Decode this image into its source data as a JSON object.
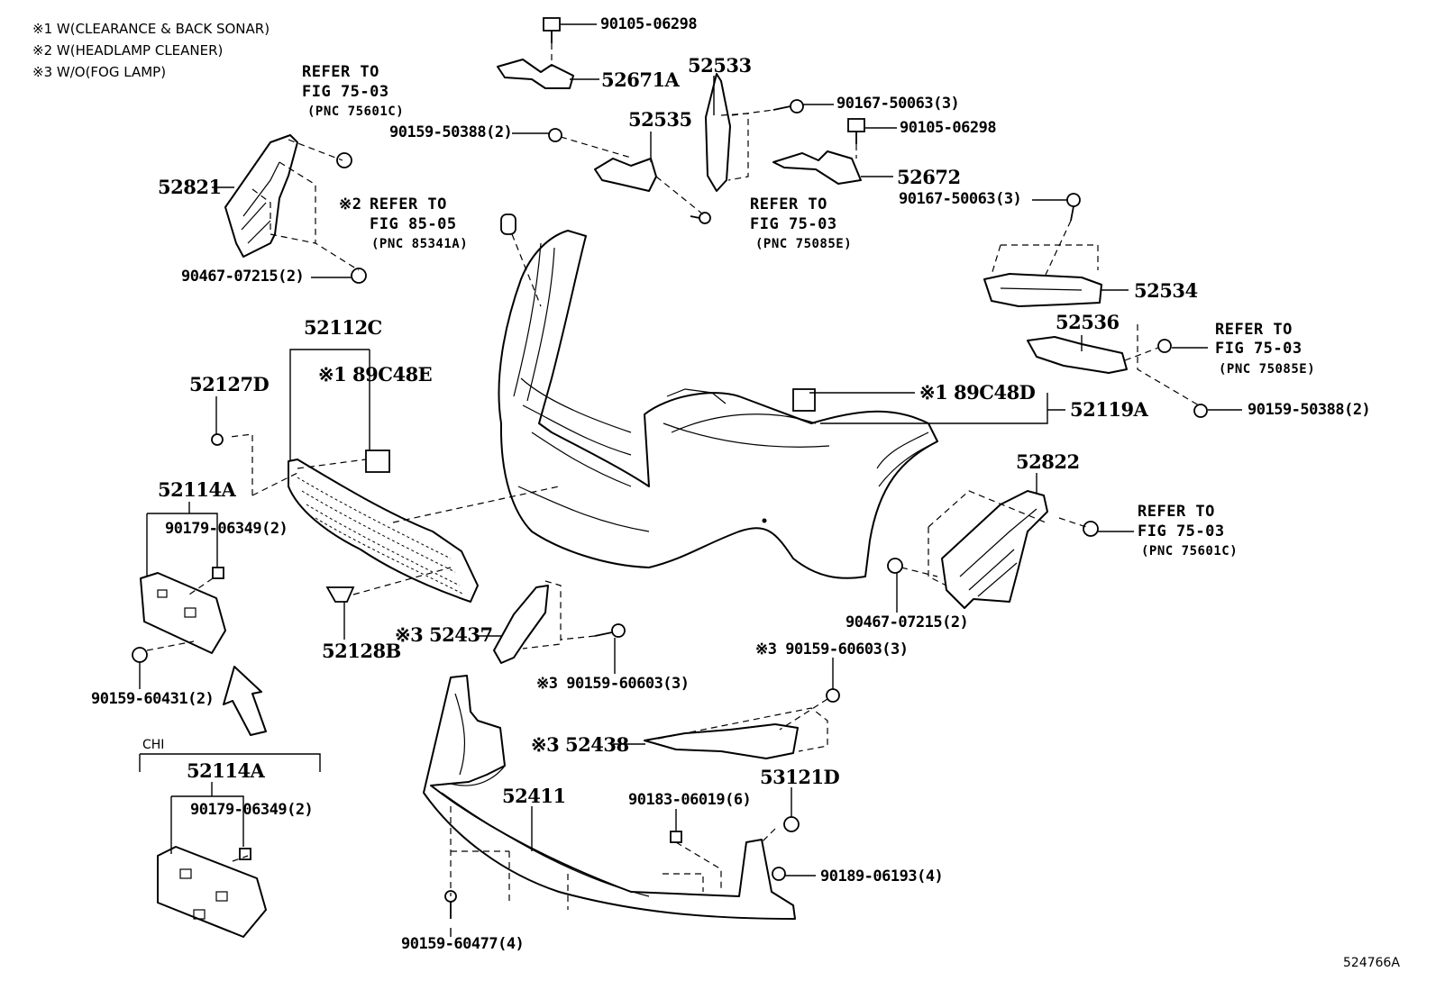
{
  "notes": [
    "※1 W(CLEARANCE & BACK SONAR)",
    "※2 W(HEADLAMP CLEANER)",
    "※3 W/O(FOG LAMP)"
  ],
  "labels": {
    "p90105_06298_a": "90105-06298",
    "p52671A": "52671A",
    "p52533": "52533",
    "p90167_50063_a": "90167-50063(3)",
    "p90105_06298_b": "90105-06298",
    "p52535": "52535",
    "p90159_50388_a": "90159-50388(2)",
    "p52672": "52672",
    "p90167_50063_b": "90167-50063(3)",
    "p52821": "52821",
    "p90467_07215_a": "90467-07215(2)",
    "p52534": "52534",
    "p52536": "52536",
    "p52112C": "52112C",
    "p189C48E": "※1 89C48E",
    "p189C48D": "※1 89C48D",
    "p52119A": "52119A",
    "p90159_50388_b": "90159-50388(2)",
    "p52127D": "52127D",
    "p52114A_a": "52114A",
    "p90179_06349_a": "90179-06349(2)",
    "p52822": "52822",
    "p90467_07215_b": "90467-07215(2)",
    "p52128B": "52128B",
    "p52437": "※3 52437",
    "p90159_60603_a": "※3 90159-60603(3)",
    "p90159_60603_b": "※3 90159-60603(3)",
    "p90159_60431": "90159-60431(2)",
    "p52438": "※3 52438",
    "chi": "CHI",
    "p52114A_b": "52114A",
    "p90179_06349_b": "90179-06349(2)",
    "p52411": "52411",
    "p90183_06019": "90183-06019(6)",
    "p53121D": "53121D",
    "p90189_06193": "90189-06193(4)",
    "p90159_60477": "90159-60477(4)",
    "figure_id": "524766A"
  },
  "refs": {
    "r1": {
      "prefix": "",
      "line1": "REFER TO",
      "line2": "FIG 75-03",
      "line3": "(PNC 75601C)"
    },
    "r2": {
      "prefix": "※2 ",
      "line1": "REFER TO",
      "line2": "FIG 85-05",
      "line3": "(PNC 85341A)"
    },
    "r3": {
      "prefix": "",
      "line1": "REFER TO",
      "line2": "FIG 75-03",
      "line3": "(PNC 75085E)"
    },
    "r4": {
      "prefix": "",
      "line1": "REFER TO",
      "line2": "FIG 75-03",
      "line3": "(PNC 75085E)"
    },
    "r5": {
      "prefix": "",
      "line1": "REFER TO",
      "line2": "FIG 75-03",
      "line3": "(PNC 75601C)"
    }
  }
}
